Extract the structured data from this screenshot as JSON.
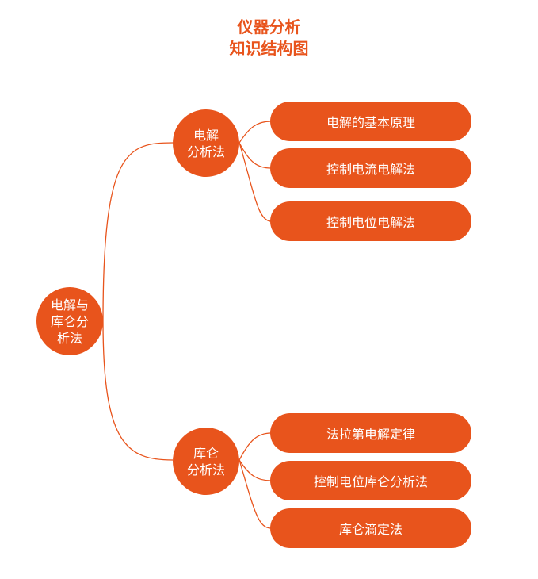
{
  "title": {
    "line1": "仪器分析",
    "line2": "知识结构图"
  },
  "colors": {
    "accent": "#e8541c",
    "link": "#e8541c",
    "background": "#ffffff"
  },
  "root": {
    "label": "电解与\n库仑分\n析法"
  },
  "branches": [
    {
      "label": "电解\n分析法",
      "children": [
        "电解的基本原理",
        "控制电流电解法",
        "控制电位电解法"
      ]
    },
    {
      "label": "库仑\n分析法",
      "children": [
        "法拉第电解定律",
        "控制电位库仑分析法",
        "库仑滴定法"
      ]
    }
  ]
}
